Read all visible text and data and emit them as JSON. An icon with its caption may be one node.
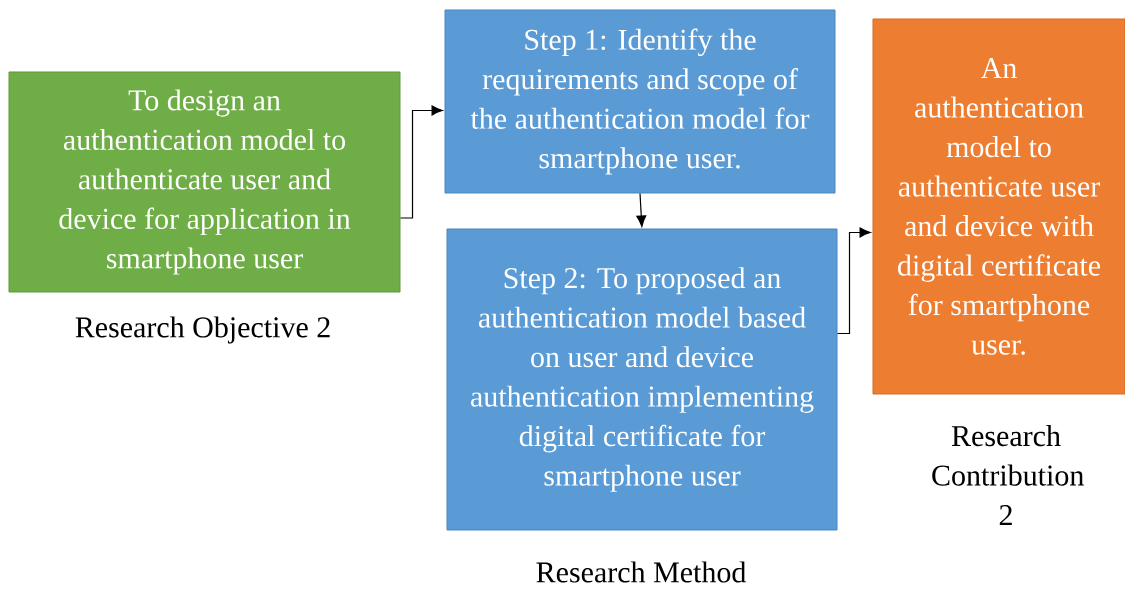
{
  "diagram": {
    "nodes": [
      {
        "text": [
          "To design an authentication model to authenticate user and device for application in smartphone user"
        ],
        "beside": [
          "Research Objective 2"
        ]
      },
      {
        "text": [
          "Step 1: Identify the requirements and scope of the authentication model for smartphone user."
        ]
      },
      {
        "text": [
          "Step 2: To proposed an authentication model based on user and device authentication implementing digital certificate for smartphone user"
        ],
        "beside": [
          "Research Method"
        ]
      },
      {
        "text": [
          "An authentication model to authenticate user and device with digital certificate for smartphone user."
        ],
        "beside": [
          "Research Contribution 2"
        ]
      }
    ],
    "edges": [
      {
        "from": 0,
        "to": 1,
        "arrow": "to"
      },
      {
        "from": 1,
        "to": 2,
        "arrow": "to"
      },
      {
        "from": 2,
        "to": 3,
        "arrow": "to"
      }
    ]
  }
}
